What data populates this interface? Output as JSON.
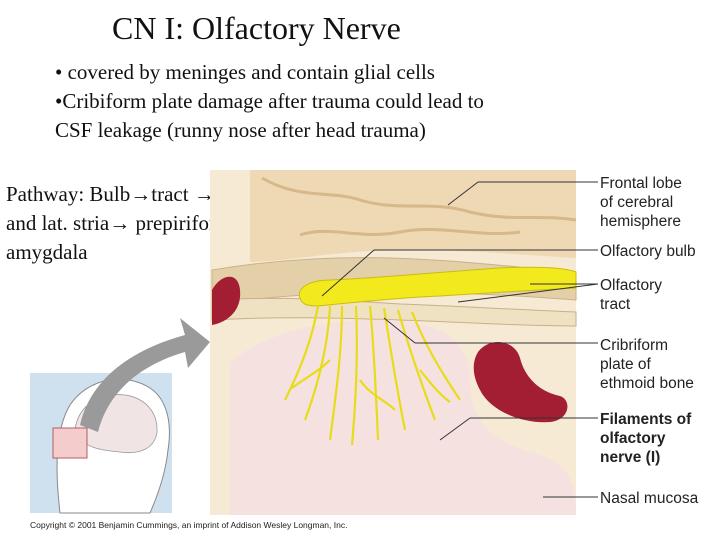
{
  "title": "CN I: Olfactory Nerve",
  "bullets": [
    "• covered by meninges and contain glial cells",
    "•Cribiform plate damage after trauma  could lead to CSF leakage (runny nose after head trauma)"
  ],
  "pathway": {
    "line1": "Pathway: Bulb",
    "arrow1": "→",
    "line1b": "tract ",
    "arrow2": "→",
    "line2": " med and lat. stria",
    "arrow3": "→",
    "line3": " prepiriform and amygdala"
  },
  "labels": {
    "frontal_lobe": [
      "Frontal lobe",
      "of cerebral",
      "hemisphere"
    ],
    "olfactory_bulb": [
      "Olfactory bulb"
    ],
    "olfactory_tract": [
      "Olfactory",
      "tract"
    ],
    "cribriform": [
      "Cribriform",
      "plate of",
      "ethmoid bone"
    ],
    "filaments": [
      "Filaments of",
      "olfactory",
      "nerve (I)"
    ],
    "nasal_mucosa": [
      "Nasal mucosa"
    ]
  },
  "copyright": "Copyright © 2001 Benjamin Cummings, an imprint of Addison Wesley Longman, Inc.",
  "colors": {
    "brain": "#efd9b4",
    "brain_fold": "#d9bd8e",
    "nerve": "#f2ea1c",
    "blood": "#a31e33",
    "mucosa": "#f5e2e0",
    "head_bg": "#cfe0ef",
    "arrow": "#9a9a9a"
  }
}
